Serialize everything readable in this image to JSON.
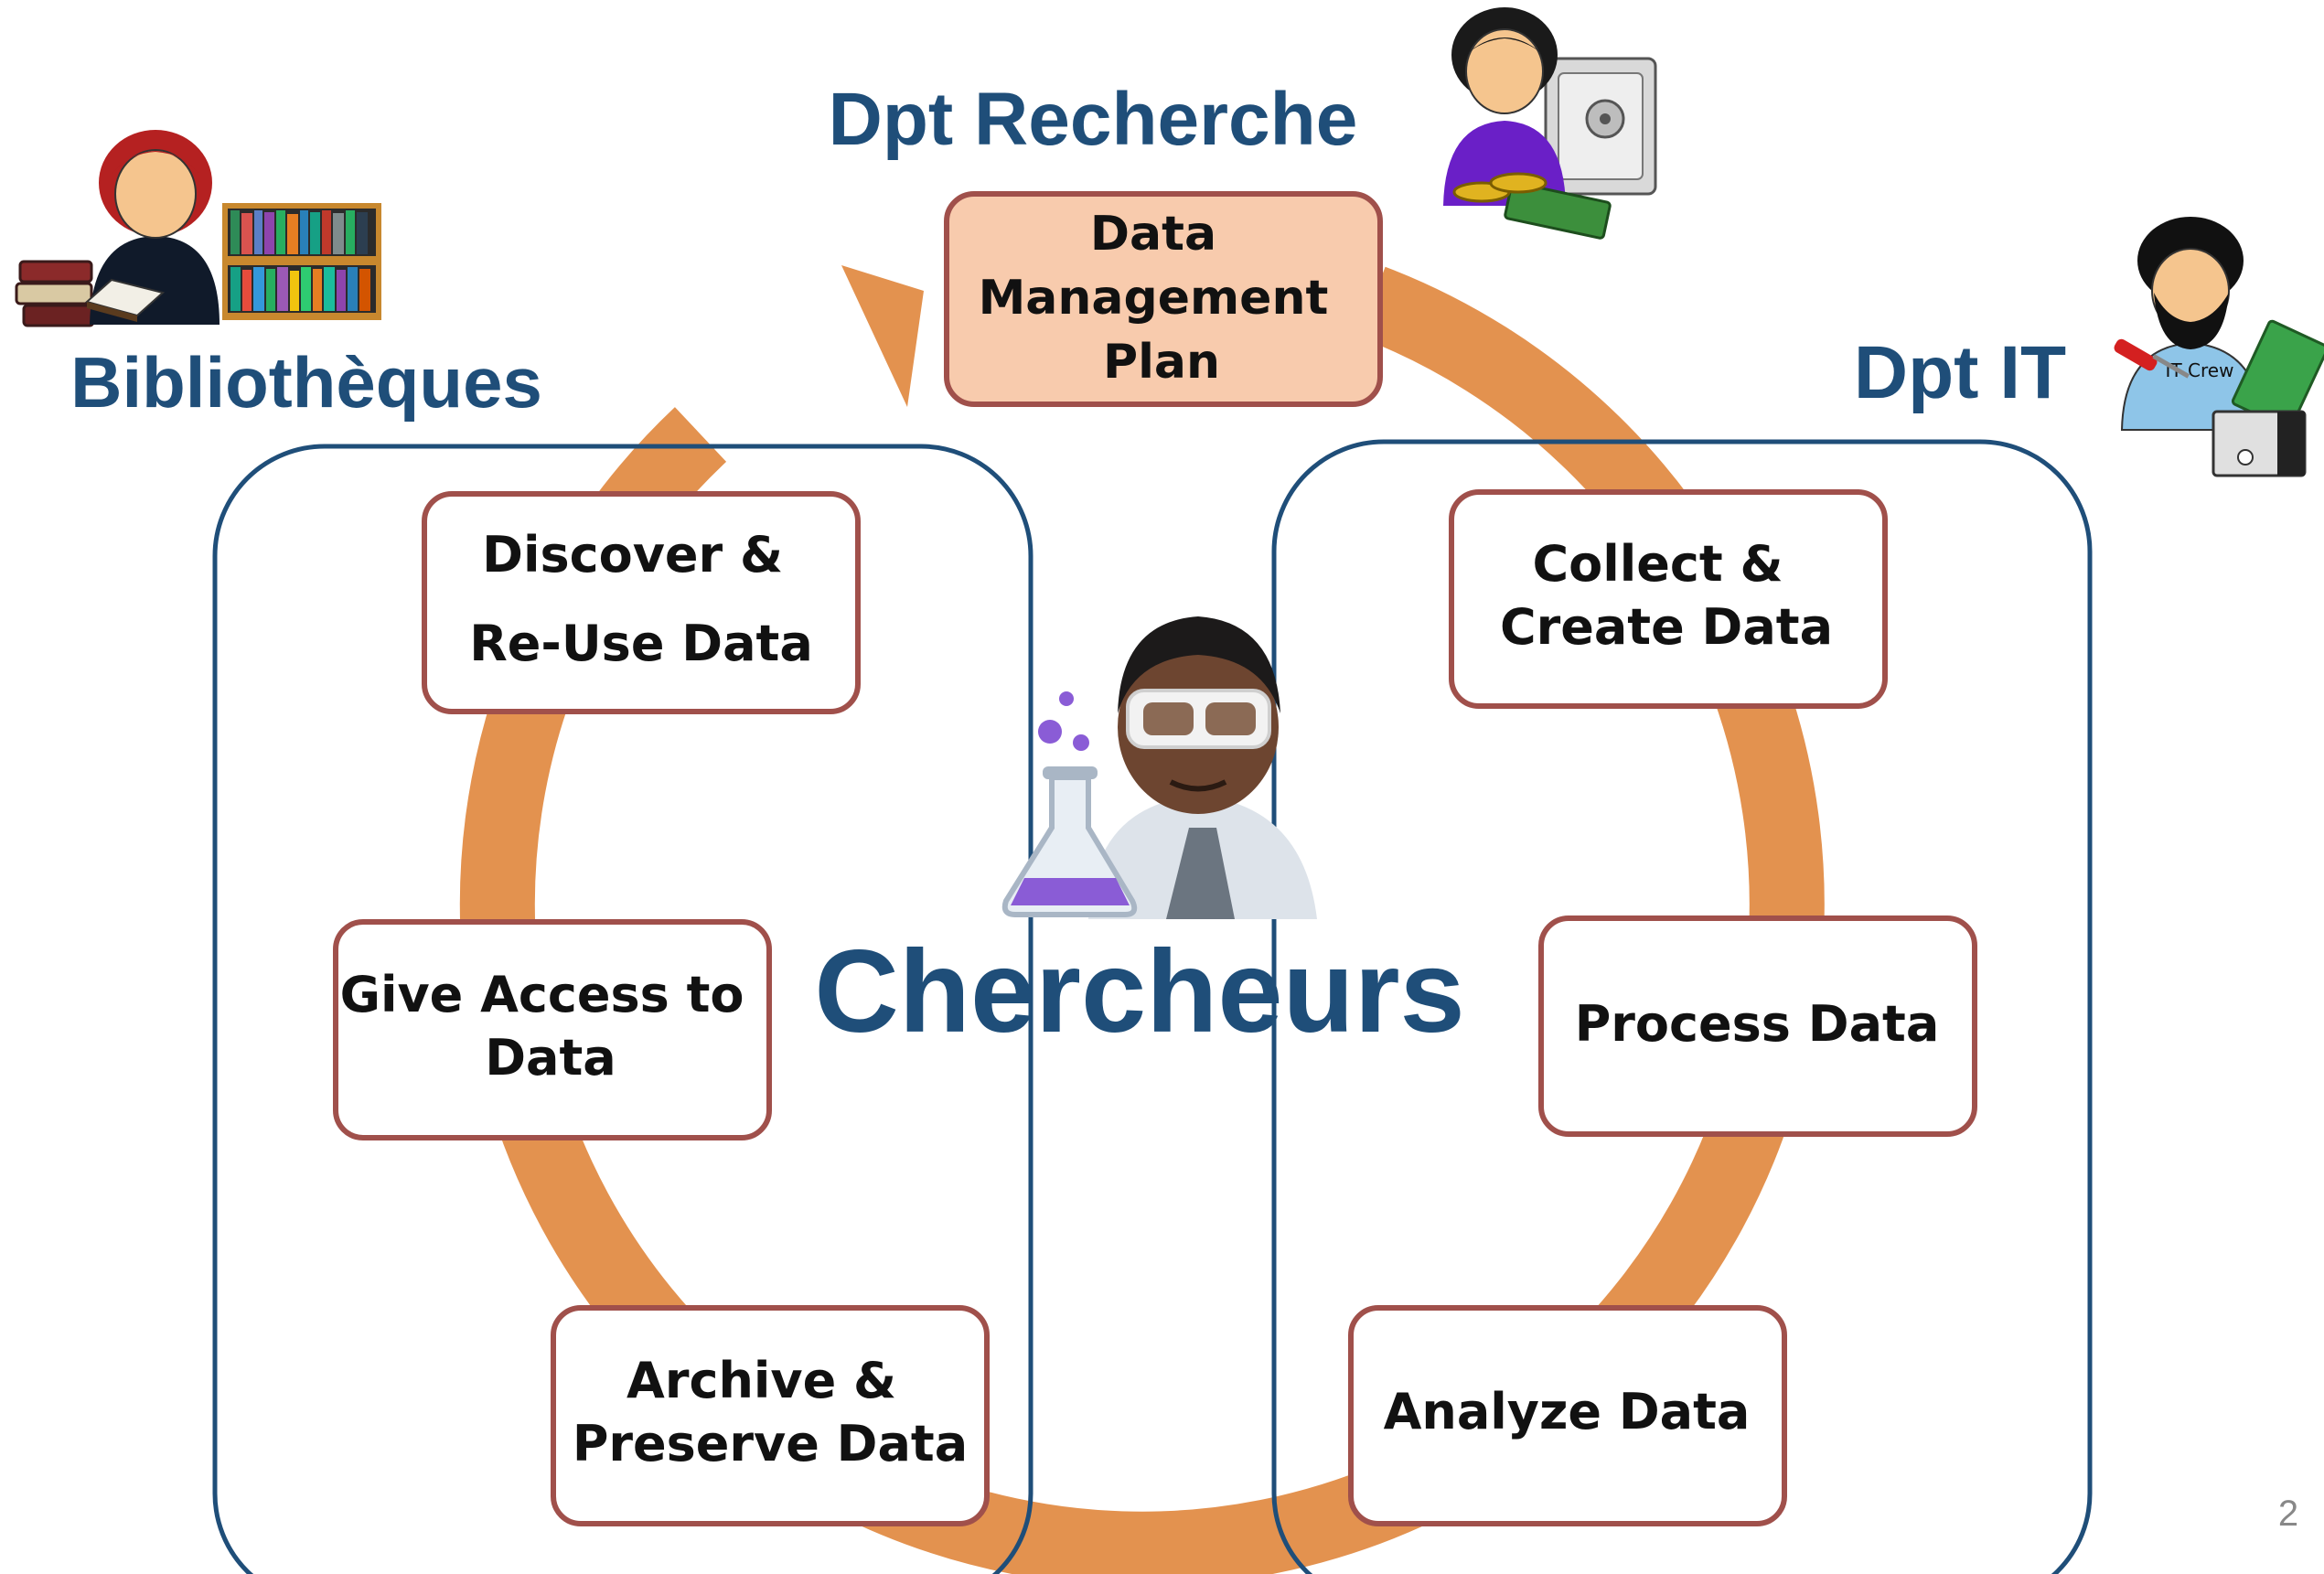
{
  "groups": {
    "libraries": "Bibliothèques",
    "research_dept": "Dpt Recherche",
    "it_dept": "Dpt IT",
    "researchers": "Chercheurs"
  },
  "nodes": {
    "dmp": [
      "Data",
      "Management",
      "Plan"
    ],
    "discover": [
      "Discover &",
      "Re-Use Data"
    ],
    "collect": [
      "Collect &",
      "Create Data"
    ],
    "give_access": [
      "Give Access to",
      "Data"
    ],
    "process": [
      "Process Data"
    ],
    "archive": [
      "Archive &",
      "Preserve Data"
    ],
    "analyze": [
      "Analyze Data"
    ]
  },
  "it_shirt_text": "IT Crew",
  "slide_number": "2",
  "icons": {
    "librarian": "librarian-icon",
    "books": "bookshelf-icon",
    "finance": "finance-safe-icon",
    "it": "it-technician-icon",
    "scientist": "scientist-icon"
  },
  "colors": {
    "cycle": "#e3924f",
    "group_outline": "#1f4e79",
    "title_text": "#1f4e79",
    "node_border": "#a0504b",
    "dmp_fill": "#f8cbad"
  }
}
